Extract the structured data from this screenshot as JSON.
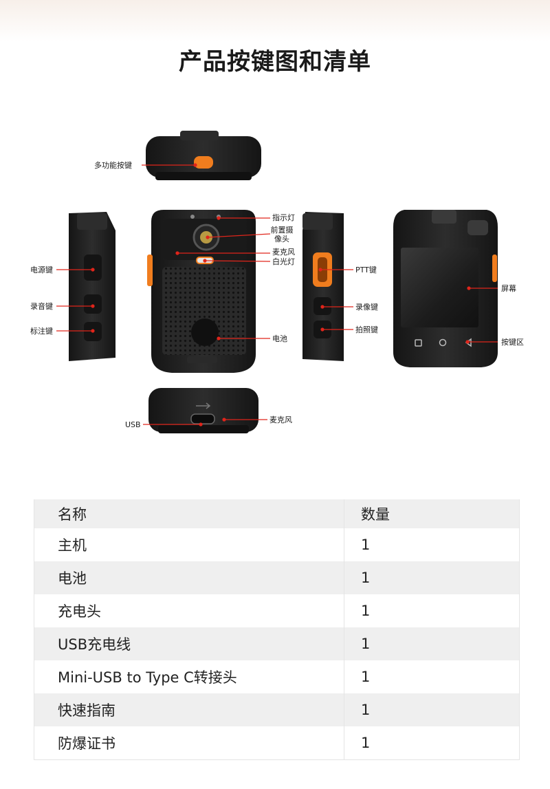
{
  "page": {
    "title": "产品按键图和清单"
  },
  "callouts": {
    "multi_function_key": "多功能按键",
    "indicator_light": "指示灯",
    "front_camera": "前置摄像头",
    "microphone_front": "麦克风",
    "white_light": "白光灯",
    "battery": "电池",
    "power_key": "电源键",
    "record_key": "录音键",
    "mark_key": "标注键",
    "ptt_key": "PTT键",
    "video_key": "录像键",
    "photo_key": "拍照键",
    "screen": "屏幕",
    "key_area": "按键区",
    "usb": "USB",
    "microphone_bottom": "麦克风"
  },
  "table": {
    "headers": [
      "名称",
      "数量"
    ],
    "rows": [
      {
        "name": "主机",
        "qty": "1"
      },
      {
        "name": "电池",
        "qty": "1"
      },
      {
        "name": "充电头",
        "qty": "1"
      },
      {
        "name": "USB充电线",
        "qty": "1"
      },
      {
        "name": "Mini-USB to Type C转接头",
        "qty": "1"
      },
      {
        "name": "快速指南",
        "qty": "1"
      },
      {
        "name": "防爆证书",
        "qty": "1"
      }
    ]
  },
  "colors": {
    "accent_orange": "#f07d1e",
    "callout_red": "#e0251b",
    "device_body": "#1e1e1e"
  }
}
